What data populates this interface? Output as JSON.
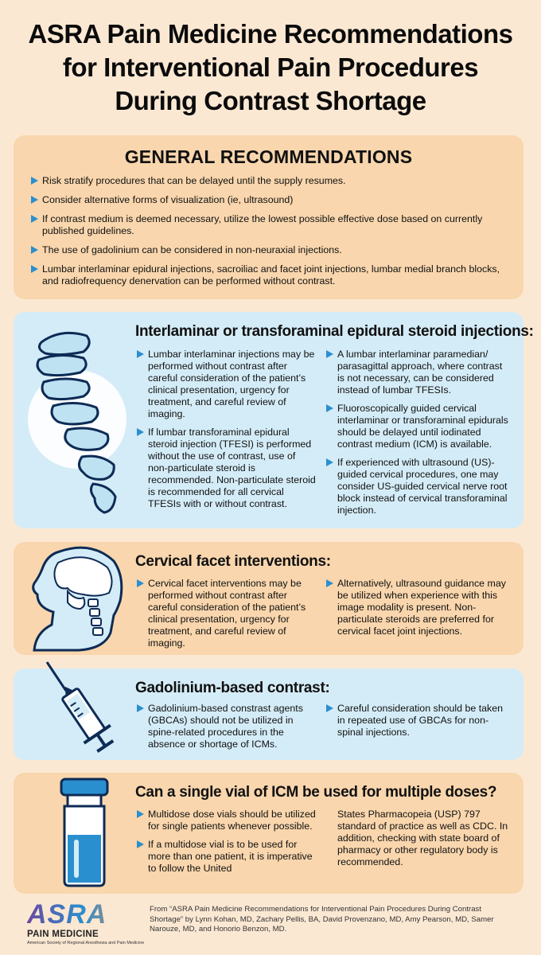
{
  "title_lines": [
    "ASRA Pain Medicine Recommendations",
    "for Interventional Pain Procedures",
    "During Contrast Shortage"
  ],
  "general": {
    "heading": "GENERAL RECOMMENDATIONS",
    "items": [
      "Risk stratify procedures that can be delayed until the supply resumes.",
      "Consider alternative forms of visualization (ie, ultrasound)",
      "If contrast medium is deemed necessary, utilize the lowest possible effective dose based on currently published guidelines.",
      "The use of gadolinium can be considered in non-neuraxial injections.",
      "Lumbar interlaminar epidural injections, sacroiliac and facet joint injections, lumbar medial branch blocks, and radiofrequency denervation can be performed without contrast."
    ]
  },
  "epidural": {
    "heading": "Interlaminar or transforaminal epidural steroid injections:",
    "left": [
      "Lumbar interlaminar injections may be performed without contrast after careful consideration of the patient’s clinical presentation, urgency for treatment, and careful review of imaging.",
      "If lumbar transforaminal epidural steroid injection (TFESI) is performed without the use of contrast, use of non-particulate steroid is recommended. Non-particulate steroid is recommended for all cervical TFESIs with or without contrast."
    ],
    "right": [
      "A lumbar interlaminar paramedian/ parasagittal approach, where contrast is not necessary, can be considered instead of lumbar TFESIs.",
      "Fluoroscopically guided cervical interlaminar or transforaminal epidurals should be delayed until iodinated contrast medium (ICM) is available.",
      "If experienced with ultrasound (US)-guided cervical procedures, one may consider US-guided cervical nerve root block instead of cervical transforaminal injection."
    ]
  },
  "facet": {
    "heading": "Cervical facet interventions:",
    "left": [
      "Cervical facet interventions may be performed without contrast after careful consideration of the patient’s clinical presentation, urgency for treatment, and careful review of imaging."
    ],
    "right": [
      "Alternatively, ultrasound guidance may be utilized when experience with this image modality is present. Non-particulate steroids are preferred for cervical facet joint injections."
    ]
  },
  "gadolinium": {
    "heading": "Gadolinium-based contrast:",
    "left": [
      "Gadolinium-based constrast agents (GBCAs) should not be utilized in spine-related procedures in the absence or shortage of ICMs."
    ],
    "right": [
      "Careful consideration should be taken in repeated use of GBCAs for non-spinal injections."
    ]
  },
  "vial": {
    "heading": "Can a single vial of ICM be used for multiple doses?",
    "left": [
      "Multidose dose vials should be utilized for single patients whenever possible.",
      "If a multidose vial is to be used for more than one patient, it is imperative to follow the United"
    ],
    "right_text": "States Pharmacopeia (USP) 797 standard of practice as well as CDC. In addition, checking with state board of pharmacy or other regulatory body is recommended."
  },
  "footer": {
    "logo_text": "ASRA",
    "logo_sub": "PAIN MEDICINE",
    "society": "American Society of Regional Anesthesia and Pain Medicine",
    "citation": "From “ASRA Pain Medicine Recommendations for Interventional Pain Procedures During Contrast Shortage” by Lynn Kohan, MD, Zachary Pellis, BA, David Provenzano, MD, Amy Pearson, MD, Samer Narouze, MD, and Honorio Benzon, MD."
  },
  "colors": {
    "background": "#fbe8d3",
    "peach_panel": "#f9d6ad",
    "blue_panel": "#d4ecf7",
    "bullet": "#2a8fcf"
  }
}
